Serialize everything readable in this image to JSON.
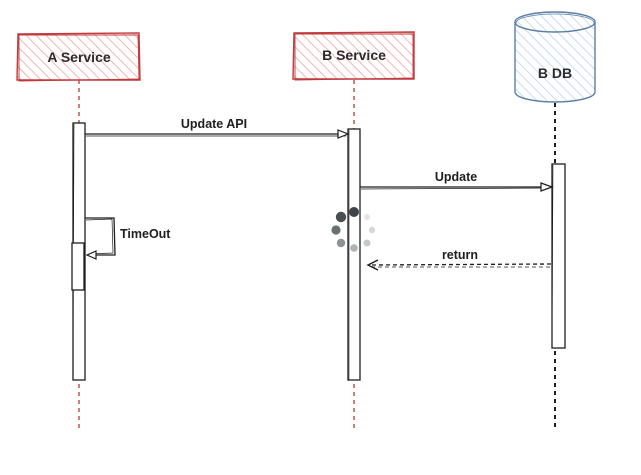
{
  "participants": {
    "a": {
      "label": "A Service"
    },
    "b": {
      "label": "B Service"
    },
    "db": {
      "label": "B DB"
    }
  },
  "messages": {
    "update_api": "Update API",
    "update": "Update",
    "return": "return",
    "timeout": "TimeOut"
  },
  "colors": {
    "participant_stroke": "#c0393b",
    "participant_fill_hatch": "#f5b5b0",
    "db_stroke": "#5b7fa8",
    "db_fill_hatch": "#c9dcf2",
    "lifeline_red": "#c0393b",
    "lifeline_black": "#1e1e1e",
    "activation_stroke": "#1e1e1e",
    "spinner": "#4a4f55"
  },
  "icons": {
    "loading": "loading-spinner-icon"
  }
}
